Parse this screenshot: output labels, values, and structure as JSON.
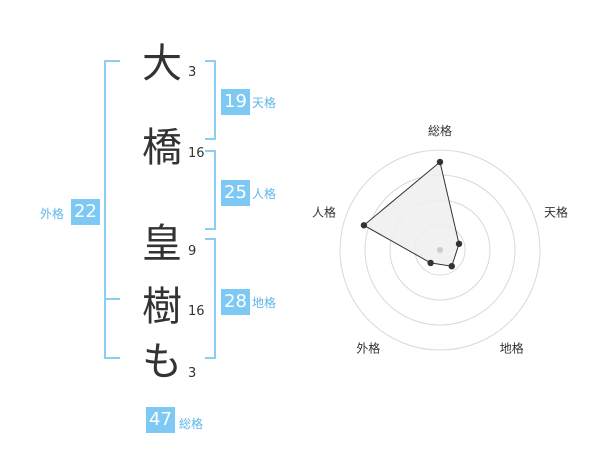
{
  "name_chars": [
    {
      "char": "大",
      "strokes": "3"
    },
    {
      "char": "橋",
      "strokes": "16"
    },
    {
      "char": "皇",
      "strokes": "9"
    },
    {
      "char": "樹",
      "strokes": "16"
    },
    {
      "char": "も",
      "strokes": "3"
    }
  ],
  "kaku": {
    "tenkaku": {
      "value": "19",
      "label": "天格"
    },
    "jinkaku": {
      "value": "25",
      "label": "人格"
    },
    "chikaku": {
      "value": "28",
      "label": "地格"
    },
    "gaikaku": {
      "value": "22",
      "label": "外格"
    },
    "soukaku": {
      "value": "47",
      "label": "総格"
    }
  },
  "colors": {
    "accent": "#7ec8f4",
    "accent_text": "#5fb6ea",
    "bracket": "#8ccdf2",
    "text": "#333333",
    "ring": "#d9d9d9",
    "fill": "#eeeeee",
    "outline": "#333333"
  },
  "chart_data": {
    "type": "radar",
    "axes": [
      "総格",
      "天格",
      "地格",
      "外格",
      "人格"
    ],
    "values": [
      0.88,
      0.2,
      0.2,
      0.16,
      0.8
    ],
    "max": 1,
    "rings": 4,
    "grid": true
  }
}
